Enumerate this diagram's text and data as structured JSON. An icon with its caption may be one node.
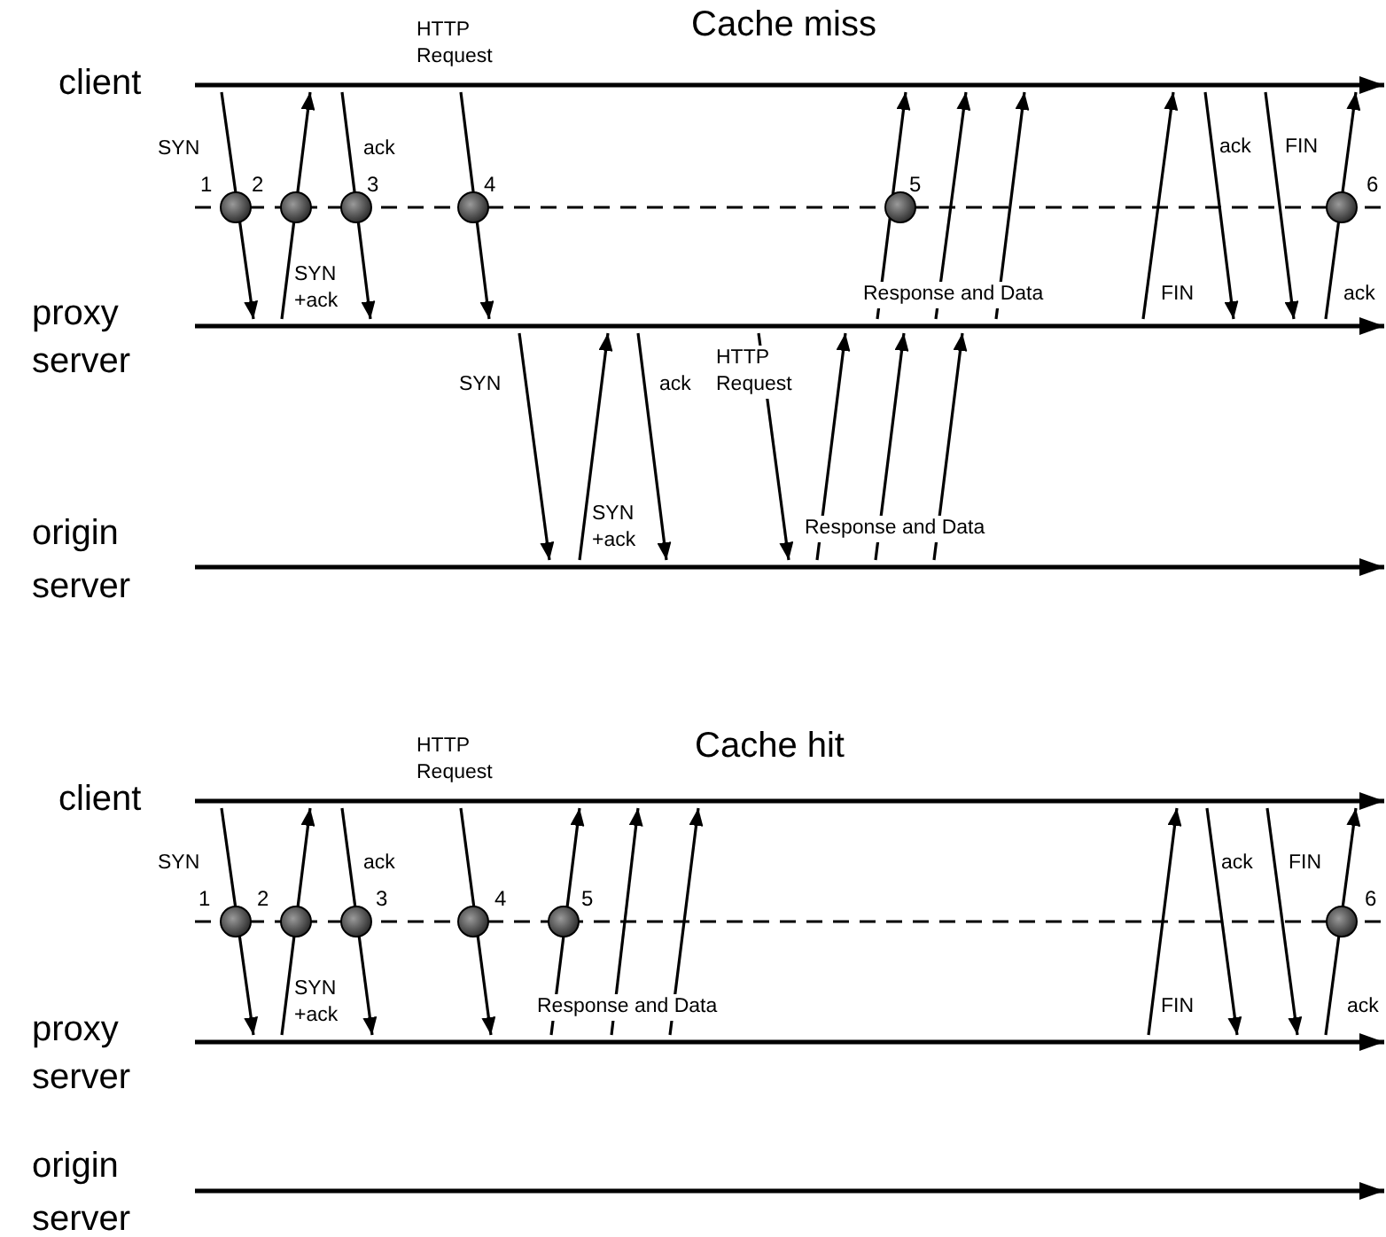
{
  "diagram": {
    "nodes": [
      {
        "text": [
          "client"
        ]
      },
      {
        "text": [
          "proxy server"
        ]
      },
      {
        "text": [
          "origin server"
        ]
      },
      {
        "text": [
          "client"
        ]
      },
      {
        "text": [
          "proxy server"
        ]
      },
      {
        "text": [
          "origin server"
        ]
      }
    ],
    "edges": [
      {
        "from": 0,
        "to": 1,
        "arrow": "to",
        "label": "SYN"
      },
      {
        "from": 1,
        "to": 0,
        "arrow": "to",
        "label": "SYN +ack"
      },
      {
        "from": 0,
        "to": 1,
        "arrow": "to",
        "label": "ack"
      },
      {
        "from": 0,
        "to": 1,
        "arrow": "to",
        "label": "HTTP Request"
      },
      {
        "from": 1,
        "to": 2,
        "arrow": "to",
        "label": "SYN"
      },
      {
        "from": 2,
        "to": 1,
        "arrow": "to",
        "label": "SYN +ack"
      },
      {
        "from": 1,
        "to": 2,
        "arrow": "to",
        "label": "ack"
      },
      {
        "from": 1,
        "to": 2,
        "arrow": "to",
        "label": "HTTP Request"
      },
      {
        "from": 2,
        "to": 1,
        "arrow": "to"
      },
      {
        "from": 2,
        "to": 1,
        "arrow": "to",
        "label": "Response and Data"
      },
      {
        "from": 2,
        "to": 1,
        "arrow": "to"
      },
      {
        "from": 1,
        "to": 0,
        "arrow": "to"
      },
      {
        "from": 1,
        "to": 0,
        "arrow": "to",
        "label": "Response and Data"
      },
      {
        "from": 1,
        "to": 0,
        "arrow": "to"
      },
      {
        "from": 1,
        "to": 0,
        "arrow": "to",
        "label": "FIN"
      },
      {
        "from": 0,
        "to": 1,
        "arrow": "to",
        "label": "ack"
      },
      {
        "from": 0,
        "to": 1,
        "arrow": "to",
        "label": "FIN"
      },
      {
        "from": 1,
        "to": 0,
        "arrow": "to",
        "label": "ack"
      },
      {
        "from": 3,
        "to": 4,
        "arrow": "to",
        "label": "SYN"
      },
      {
        "from": 4,
        "to": 3,
        "arrow": "to",
        "label": "SYN +ack"
      },
      {
        "from": 3,
        "to": 4,
        "arrow": "to",
        "label": "ack"
      },
      {
        "from": 3,
        "to": 4,
        "arrow": "to",
        "label": "HTTP Request"
      },
      {
        "from": 4,
        "to": 3,
        "arrow": "to"
      },
      {
        "from": 4,
        "to": 3,
        "arrow": "to",
        "label": "Response and Data"
      },
      {
        "from": 4,
        "to": 3,
        "arrow": "to"
      },
      {
        "from": 4,
        "to": 3,
        "arrow": "to",
        "label": "FIN"
      },
      {
        "from": 3,
        "to": 4,
        "arrow": "to",
        "label": "ack"
      },
      {
        "from": 3,
        "to": 4,
        "arrow": "to",
        "label": "FIN"
      },
      {
        "from": 4,
        "to": 3,
        "arrow": "to",
        "label": "ack"
      }
    ],
    "labels": [
      "Cache miss",
      "1",
      "2",
      "3",
      "4",
      "5",
      "6",
      "Cache hit",
      "1",
      "2",
      "3",
      "4",
      "5",
      "6"
    ]
  }
}
